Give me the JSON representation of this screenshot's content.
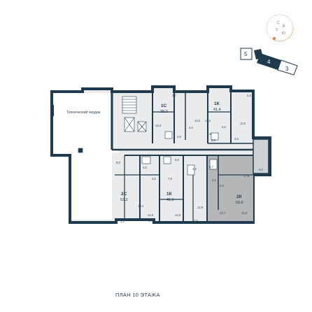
{
  "floor_title": "ПЛАН 10 ЭТАЖА",
  "attic_label": "Технический чердак",
  "compass": {
    "n": "С",
    "e": "В",
    "s": "Ю",
    "w": "З"
  },
  "sections": [
    {
      "label": "5",
      "active": false
    },
    {
      "label": "4",
      "active": true
    },
    {
      "label": "3",
      "active": false
    }
  ],
  "apartments": [
    {
      "code": "1С",
      "area": "38,0"
    },
    {
      "code": "1К",
      "area": "41,4"
    },
    {
      "code": "2С",
      "area": "53,2"
    },
    {
      "code": "1К",
      "area": "41,1"
    },
    {
      "code": "2К",
      "area": "59,6",
      "highlighted": true
    }
  ],
  "room_areas": [
    "3,7",
    "3,4",
    "13,3",
    "2,6",
    "13,2",
    "12,2",
    "5,6",
    "11,9",
    "4,0",
    "4,5",
    "3,9",
    "3,8",
    "8,5",
    "4,0",
    "3,5",
    "7,8",
    "5,7",
    "4,2",
    "4,2",
    "3,0",
    "17,5",
    "6,2",
    "10,1",
    "14,8",
    "1,1",
    "2,6",
    "14,9",
    "12,9",
    "2,6",
    "12,7",
    "15,8",
    "6,8"
  ],
  "colors": {
    "wall": "#1e3a4c",
    "fill": "#e9ebec",
    "highlight": "#b4b6b8",
    "accent": "#e0803c"
  }
}
